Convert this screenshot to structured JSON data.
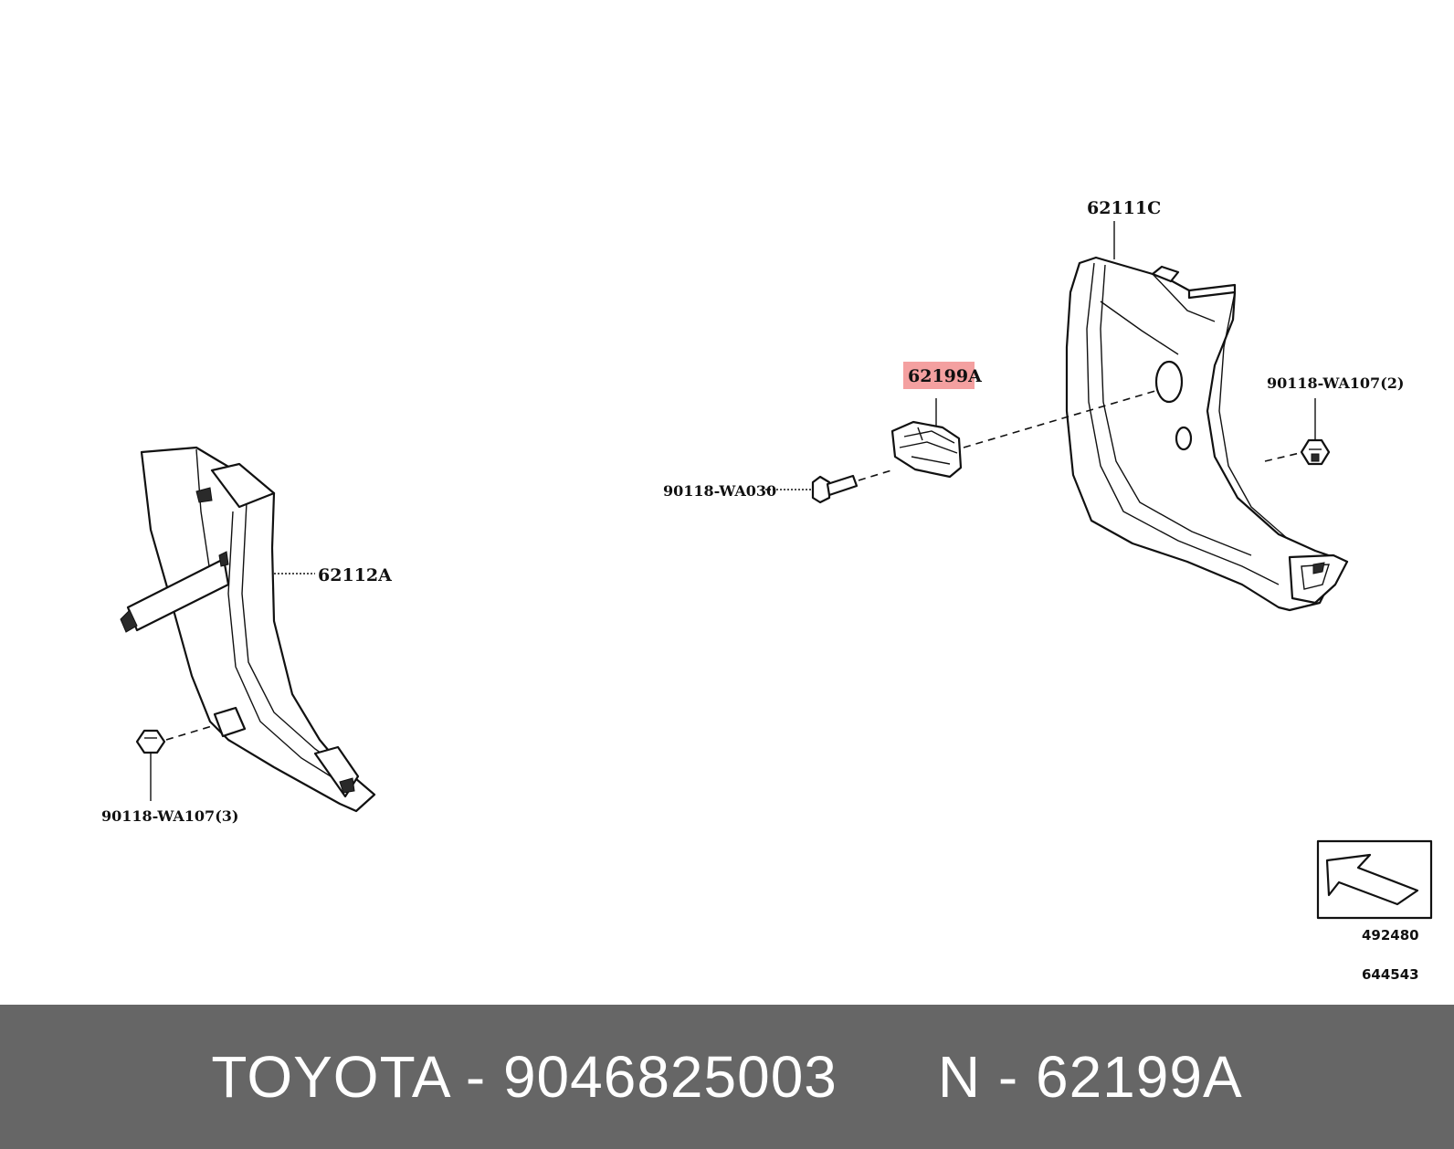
{
  "parts": {
    "part_62112A": "62112A",
    "part_62111C": "62111C",
    "part_62199A": "62199A",
    "clip_wa107_3": "90118-WA107(3)",
    "clip_wa107_2": "90118-WA107(2)",
    "screw_wa030": "90118-WA030"
  },
  "highlight_color": "#f4a0a0",
  "reference": {
    "top": "492480",
    "bottom": "644543"
  },
  "footer": {
    "part_text": "TOYOTA - 9046825003",
    "ref_text": "N - 62199A",
    "background": "#666666"
  }
}
